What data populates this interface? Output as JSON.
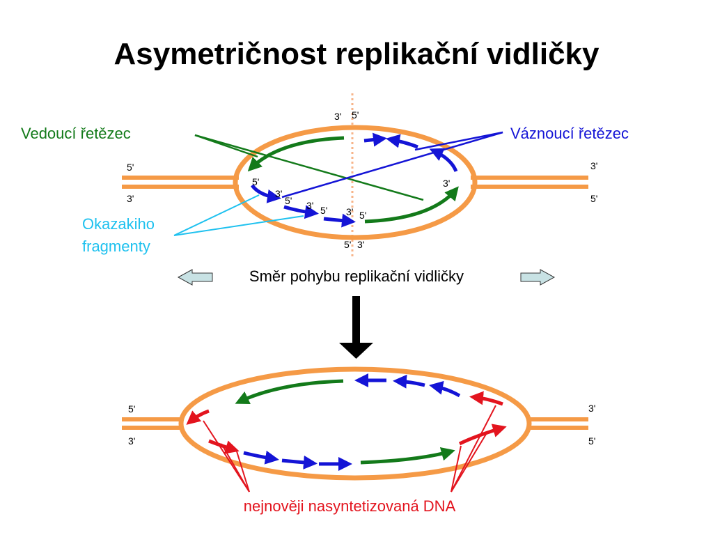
{
  "title": "Asymetričnost replikační vidličky",
  "labels": {
    "leading": "Vedoucí řetězec",
    "lagging": "Váznoucí řetězec",
    "okazaki_line1": "Okazakiho",
    "okazaki_line2": "fragmenty",
    "direction": "Směr pohybu replikační vidličky",
    "newest_dna": "nejnověji nasyntetizovaná DNA"
  },
  "ends": {
    "p3": "3'",
    "p5": "5'"
  },
  "colors": {
    "dna": "#F59A46",
    "leading": "#137A1A",
    "lagging": "#1414D6",
    "okazaki": "#1EC1EF",
    "newest": "#E3141E",
    "fork_line": "#F7B48A",
    "arrow_fill": "#C8E2E4"
  }
}
